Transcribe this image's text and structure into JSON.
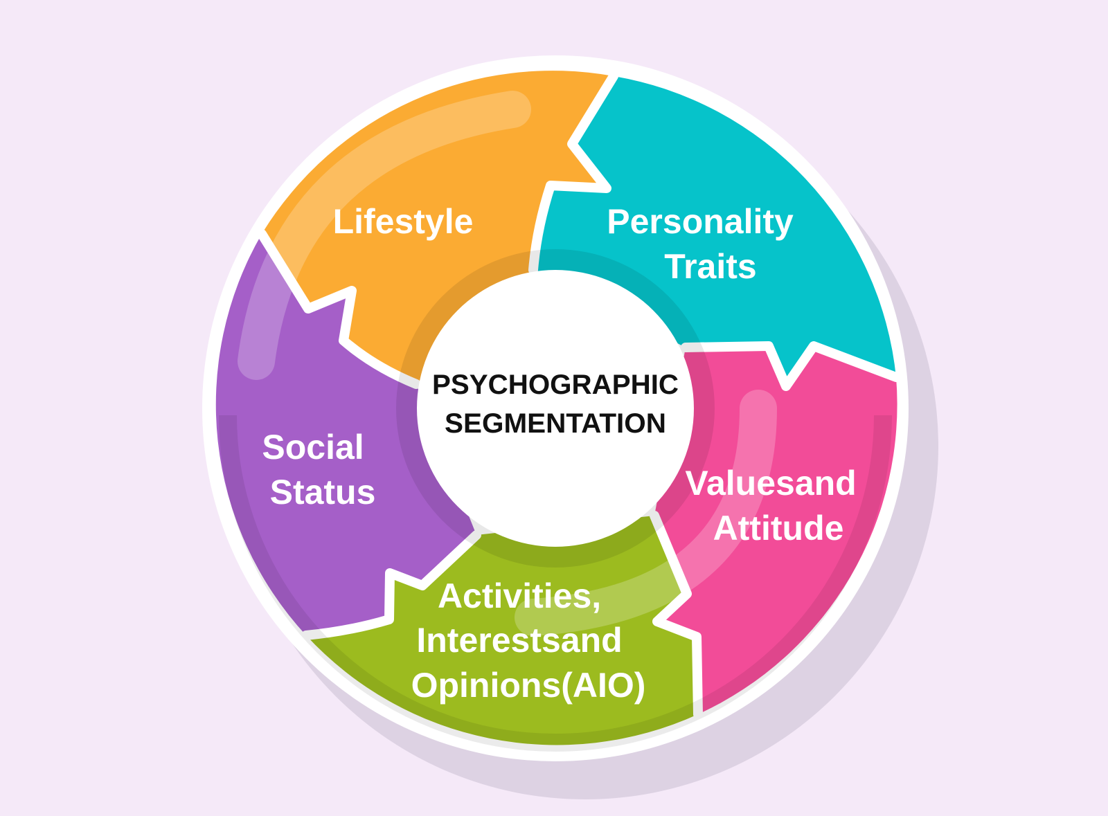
{
  "diagram": {
    "center": {
      "line1": "PSYCHOGRAPHIC",
      "line2": "SEGMENTATION"
    },
    "segments": [
      {
        "id": "lifestyle",
        "color": "#fbab33",
        "dark": "#e49a2a",
        "lines": [
          "Lifestyle"
        ]
      },
      {
        "id": "personality-traits",
        "color": "#06c3ca",
        "dark": "#05a9af",
        "lines": [
          "Personality",
          "Traits"
        ]
      },
      {
        "id": "values-attitude",
        "color": "#f24c98",
        "dark": "#d93f86",
        "lines": [
          "Valuesand",
          "Attitude"
        ]
      },
      {
        "id": "activities-interests-opinions",
        "color": "#9cbb1f",
        "dark": "#86a11a",
        "lines": [
          "Activities,",
          "Interestsand",
          "Opinions(AIO)"
        ]
      },
      {
        "id": "social-status",
        "color": "#a55fc8",
        "dark": "#8e4fb0",
        "lines": [
          "Social",
          "Status"
        ]
      }
    ],
    "colors": {
      "background": "#f5e9f8",
      "ring": "#ffffff",
      "shadow": "#ddd2e3"
    }
  }
}
